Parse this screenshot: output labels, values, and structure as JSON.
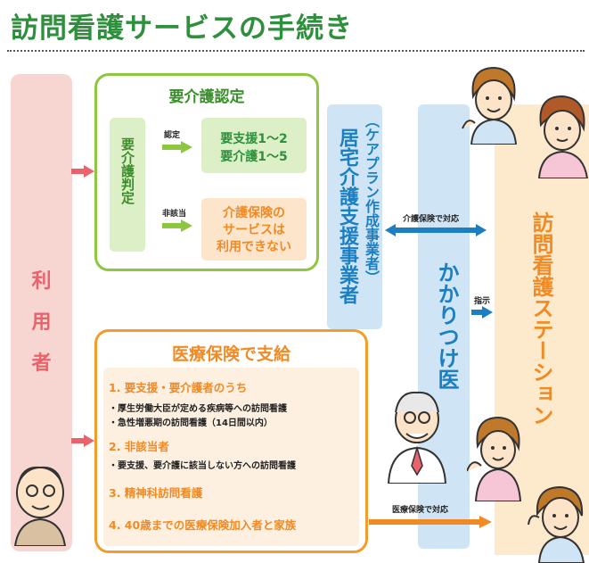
{
  "title": "訪問看護サービスの手続き",
  "user": {
    "chars": [
      "利",
      "用",
      "者"
    ]
  },
  "kaigo": {
    "title": "要介護認定",
    "judgement": "要介護判定",
    "approved_label": "認定",
    "rejected_label": "非該当",
    "approved_lines": [
      "要支援1〜2",
      "要介護1〜5"
    ],
    "rejected_lines": [
      "介護保険の",
      "サービスは",
      "利用できない"
    ]
  },
  "kyotaku": {
    "paren": "（ケアプラン作成事業者）",
    "name": "居宅介護支援事業者"
  },
  "kakaritsuke": "かかりつけ医",
  "station": "訪問看護ステーション",
  "links": {
    "care_insurance": "介護保険で対応",
    "instruction": "指示",
    "medical_insurance": "医療保険で対応"
  },
  "iryo": {
    "title": "医療保険で支給",
    "items": [
      {
        "heading": "1. 要支援・要介護者のうち",
        "bullets": [
          "・厚生労働大臣が定める疾病等への訪問看護",
          "・急性増悪期の訪問看護（14日間以内）"
        ]
      },
      {
        "heading": "2. 非該当者",
        "bullets": [
          "・要支援、要介護に該当しない方への訪問看護"
        ]
      },
      {
        "heading": "3. 精神科訪問看護",
        "bullets": []
      },
      {
        "heading": "4. 40歳までの医療保険加入者と家族",
        "bullets": []
      }
    ]
  },
  "colors": {
    "title_green": "#2e8f3c",
    "pink": "#e9626c",
    "green_border": "#8dc63f",
    "orange": "#f08a24",
    "blue": "#1b7fc2",
    "light_blue": "#cfe5f5",
    "light_orange": "#fde9cc"
  }
}
